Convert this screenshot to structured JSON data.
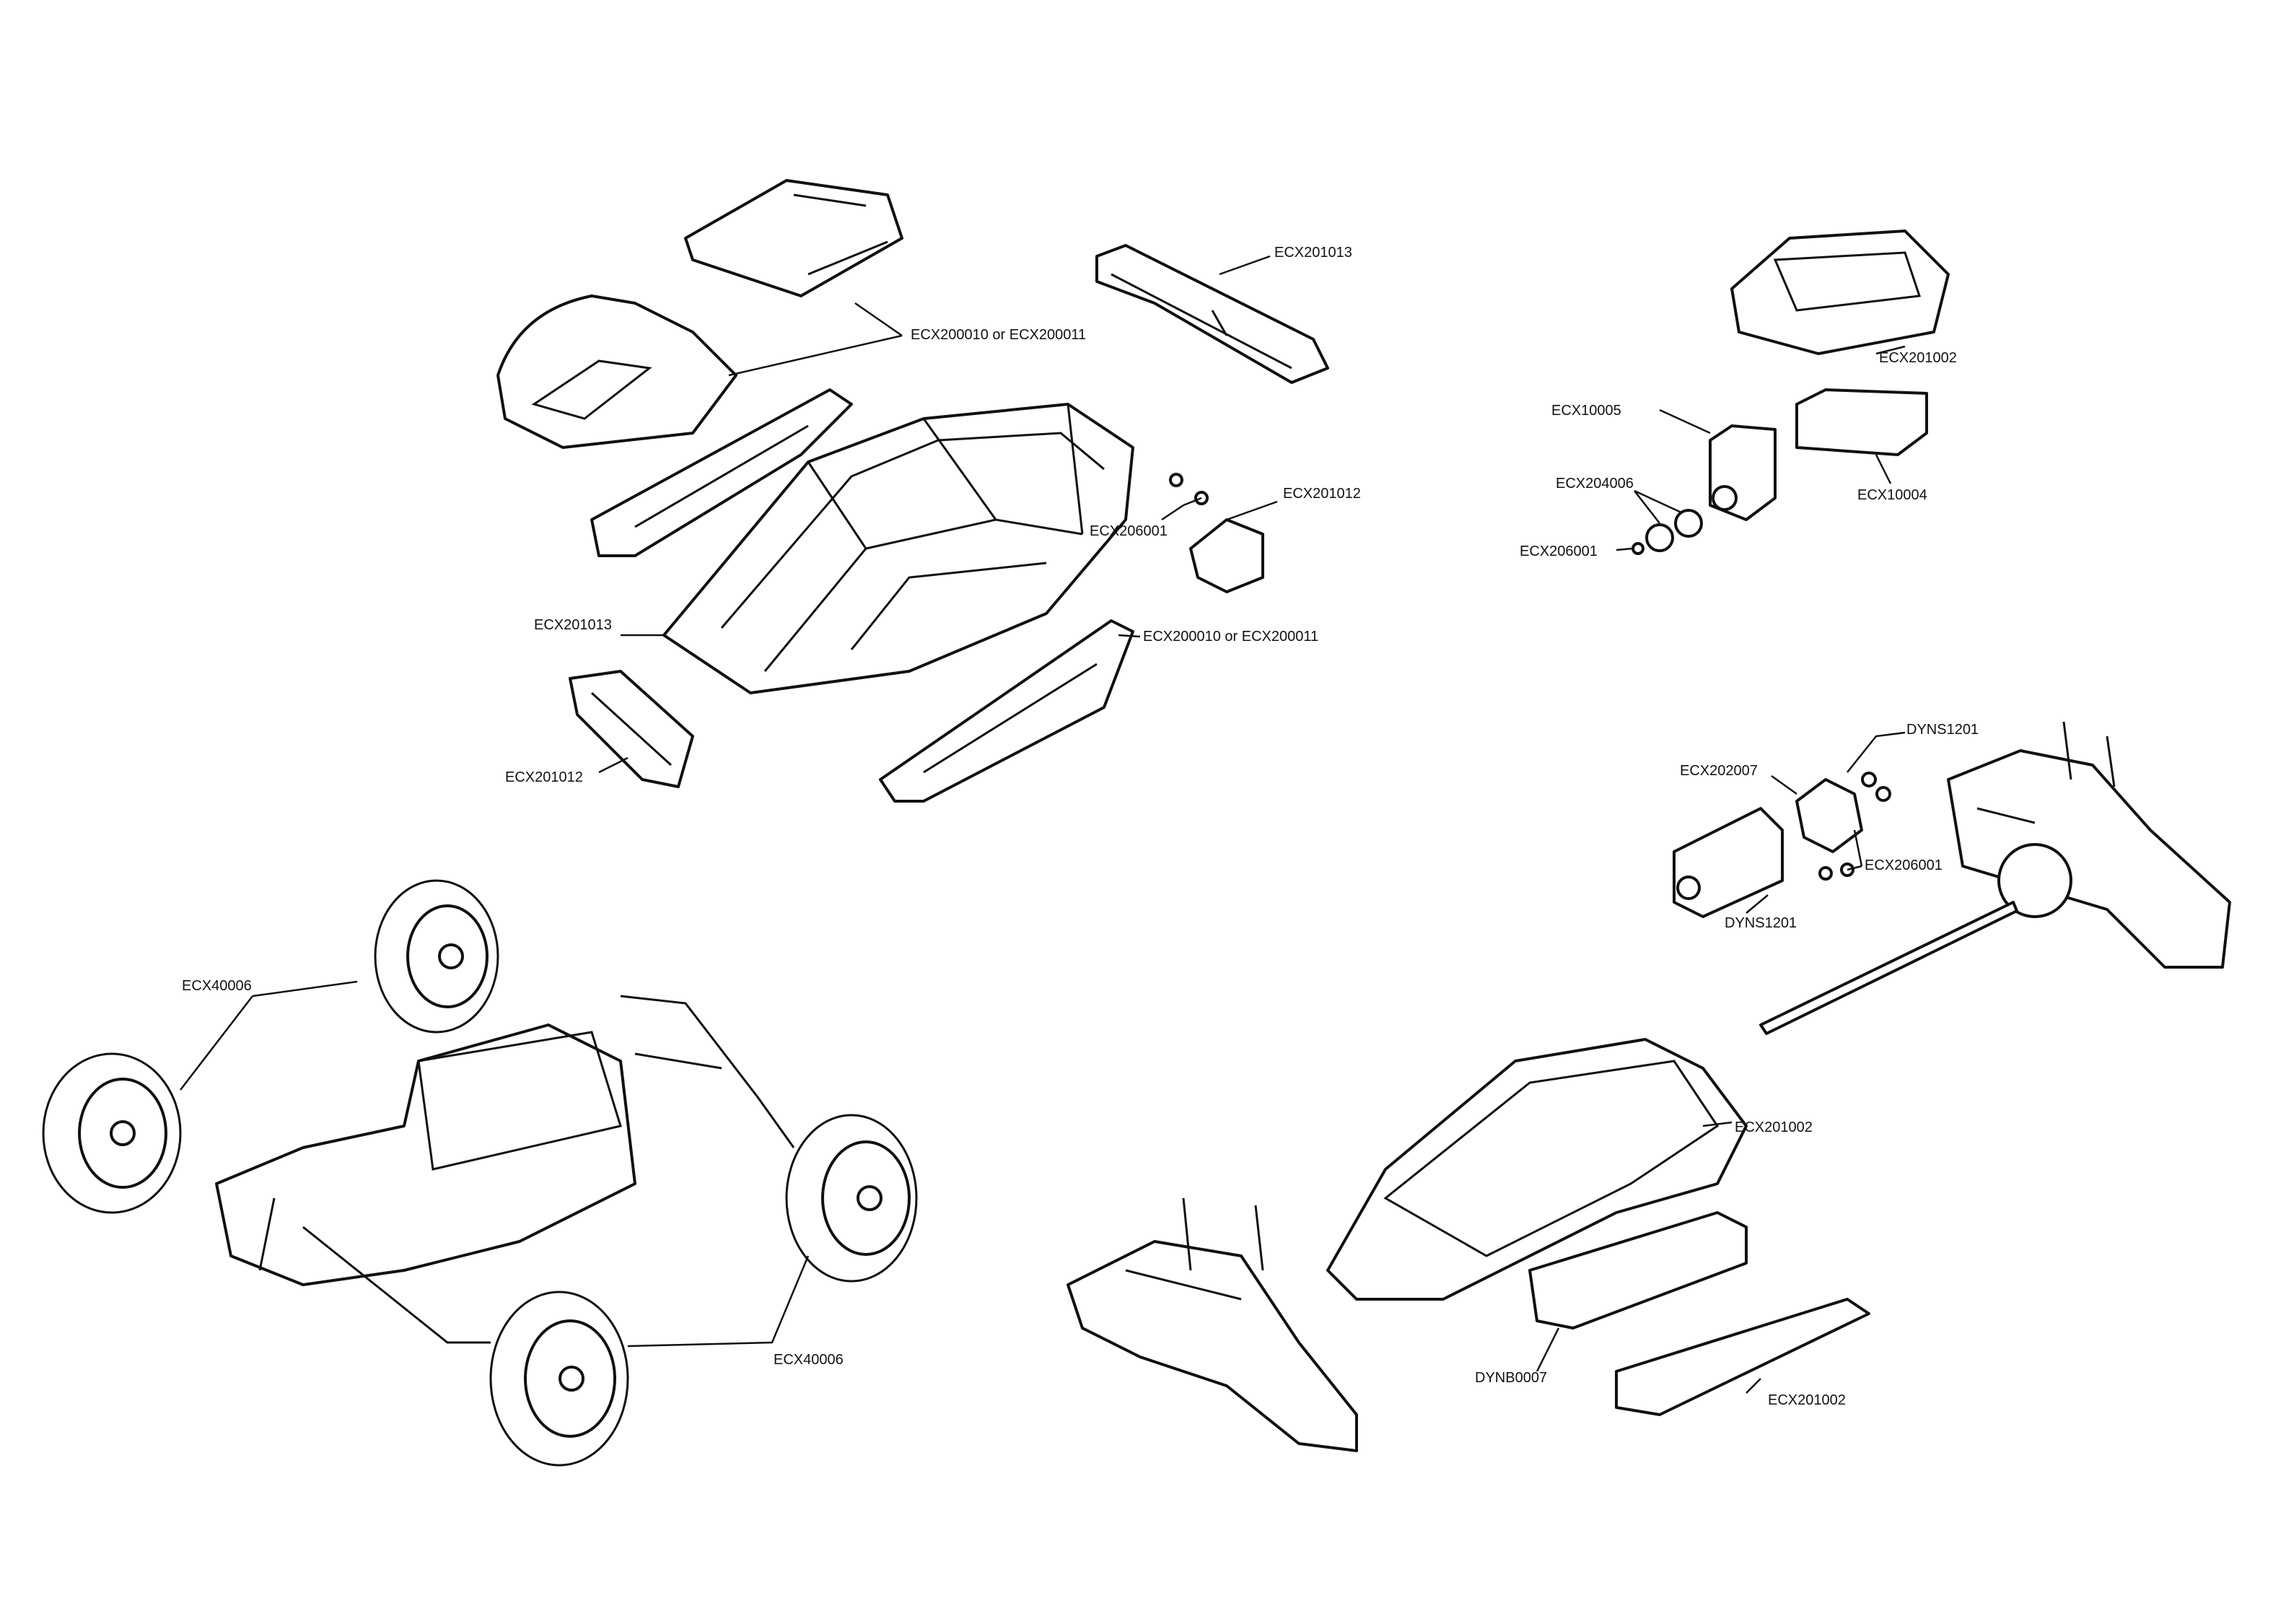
{
  "labels": {
    "wing": "ECX201013",
    "body_panels_top": "ECX200010 or ECX200011",
    "body_panels_side": "ECX200010 or ECX200011",
    "cage_screws": "ECX206001",
    "rear_cover": "ECX201012",
    "cage": "ECX201013",
    "front_cover": "ECX201012",
    "receiver_box": "ECX201002",
    "servo": "ECX10005",
    "servo_saver": "ECX204006",
    "servo_screw": "ECX206001",
    "receiver": "ECX10004",
    "motor_mount": "ECX202007",
    "motor_screws_top": "DYNS1201",
    "motor_mount_screws": "ECX206001",
    "motor": "DYNS1201",
    "tires_front": "ECX40006",
    "tires_rear": "ECX40006",
    "chassis": "ECX201002",
    "battery": "DYNB0007",
    "battery_cover": "ECX201002"
  },
  "colors": {
    "line": "#111111",
    "fill": "#ffffff"
  }
}
